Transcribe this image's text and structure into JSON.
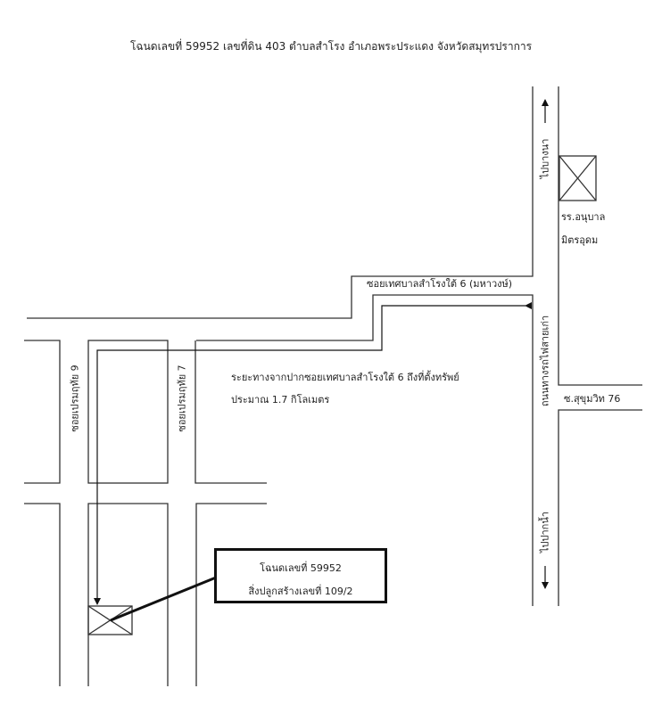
{
  "title": "โฉนดเลขที่ 59952  เลขที่ดิน 403  ตำบลสำโรง  อำเภอพระประแดง  จังหวัดสมุทรปราการ",
  "roads": {
    "main_road": "ถนนทางรถไฟสายเก่า",
    "soi_thesaban": "ซอยเทศบาลสำโรงใต้ 6 (มหาวงษ์)",
    "soi_sukhumvit": "ซ.สุขุมวิท 76",
    "soi_9": "ซอยเปรมฤทัย 9",
    "soi_7": "ซอยเปรมฤทัย 7"
  },
  "directions": {
    "north": "ไปบางนา",
    "south": "ไปปากน้ำ"
  },
  "landmark": {
    "line1": "รร.อนุบาล",
    "line2": "มิตรอุดม"
  },
  "distance_note": {
    "line1": "ระยะทางจากปากซอยเทศบาลสำโรงใต้ 6  ถึงที่ตั้งทรัพย์",
    "line2": "ประมาณ  1.7  กิโลเมตร"
  },
  "property_label": {
    "line1": "โฉนดเลขที่ 59952",
    "line2": "สิ่งปลูกสร้างเลขที่ 109/2"
  }
}
